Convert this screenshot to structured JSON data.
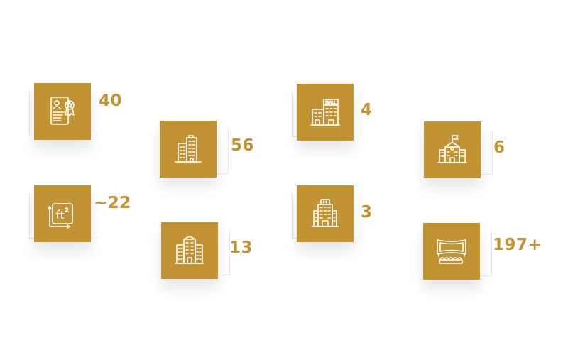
{
  "stats": [
    {
      "icon": "certificate-icon",
      "value": "40"
    },
    {
      "icon": "ft2-area-icon",
      "value": "~22"
    },
    {
      "icon": "office-towers-icon",
      "value": "56"
    },
    {
      "icon": "hotel-building-icon",
      "value": "13"
    },
    {
      "icon": "mall-icon",
      "value": "4"
    },
    {
      "icon": "apartment-building-icon",
      "value": "3"
    },
    {
      "icon": "school-icon",
      "value": "6"
    },
    {
      "icon": "cinema-icon",
      "value": "197+"
    }
  ],
  "colors": {
    "accent": "#c29332",
    "tile_icon": "#ffffff",
    "background": "#ffffff"
  }
}
